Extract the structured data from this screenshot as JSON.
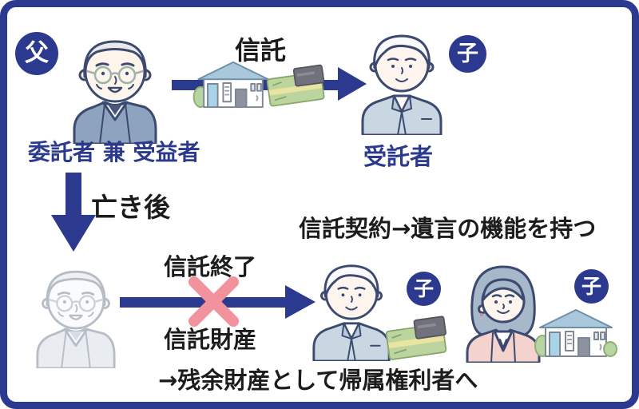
{
  "diagram_title_hint": "family-trust-scheme",
  "colors": {
    "navy": "#2b3a8f",
    "pink_x": "#f2929c",
    "text_black": "#1c1c1c",
    "role_text_navy": "#2b3a8f"
  },
  "top_section": {
    "father_badge": "父",
    "father_role_label": "委託者 兼 受益者",
    "trust_arrow_label": "信託",
    "trustee_child_badge": "子",
    "trustee_role_label": "受託者"
  },
  "middle_section": {
    "after_death_label": "亡き後"
  },
  "bottom_section": {
    "trust_end_label": "信託終了",
    "trust_assets_label": "信託財産",
    "contract_note": "信託契約→遺言の機能を持つ",
    "son_badge": "子",
    "daughter_badge": "子",
    "residual_note": "→残余財産として帰属権利者へ"
  },
  "icons": {
    "house": "house-icon",
    "bankbook": "bankbook-card-icon",
    "x_mark": "cancel-x-icon",
    "arrows": [
      "trust-arrow-right",
      "death-arrow-down",
      "end-arrow-right"
    ]
  }
}
